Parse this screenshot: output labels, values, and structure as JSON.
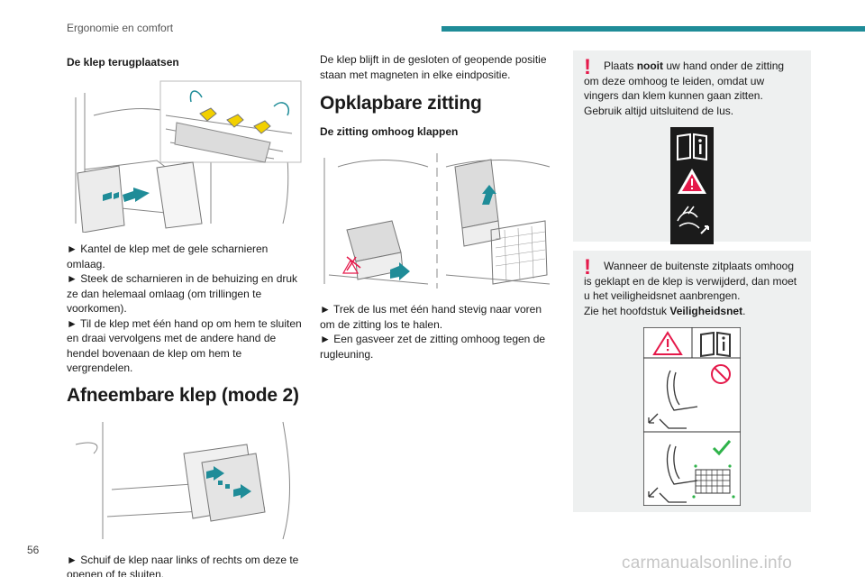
{
  "header": {
    "section": "Ergonomie en comfort"
  },
  "page": {
    "number": "56"
  },
  "watermark": "carmanualsonline.info",
  "col1": {
    "subhead": "De klep terugplaatsen",
    "steps": [
      "► Kantel de klep met de gele scharnieren omlaag.",
      "► Steek de scharnieren in de behuizing en druk ze dan helemaal omlaag (om trillingen te voorkomen).",
      "► Til de klep met één hand op om hem te sluiten en draai vervolgens met de andere hand de hendel bovenaan de klep om hem te vergrendelen."
    ],
    "section_title": "Afneembare klep (mode 2)",
    "step_slide": "► Schuif de klep naar links of rechts om deze te openen of te sluiten."
  },
  "col2": {
    "intro": "De klep blijft in de gesloten of geopende positie staan met magneten in elke eindpositie.",
    "section_title": "Opklapbare zitting",
    "subhead": "De zitting omhoog klappen",
    "steps": [
      "► Trek de lus met één hand stevig naar voren om de zitting los te halen.",
      "► Een gasveer zet de zitting omhoog tegen de rugleuning."
    ]
  },
  "col3": {
    "warning1": {
      "pre": "Plaats ",
      "bold": "nooit",
      "post": " uw hand onder de zitting om deze omhoog te leiden, omdat uw vingers dan klem kunnen gaan zitten.",
      "line2": "Gebruik altijd uitsluitend de lus."
    },
    "warning2": {
      "text": "Wanneer de buitenste zitplaats omhoog is geklapt en de klep is verwijderd, dan moet u het veiligheidsnet aanbrengen.",
      "line2_pre": "Zie het hoofdstuk ",
      "line2_bold": "Veiligheidsnet",
      "line2_post": "."
    }
  },
  "colors": {
    "accent": "#1f8c98",
    "warning": "#e5194a",
    "hinge_yellow": "#f2d000",
    "arrow_teal": "#1f8c98",
    "ok_green": "#2fb34a",
    "panel": "#eef0f0"
  }
}
